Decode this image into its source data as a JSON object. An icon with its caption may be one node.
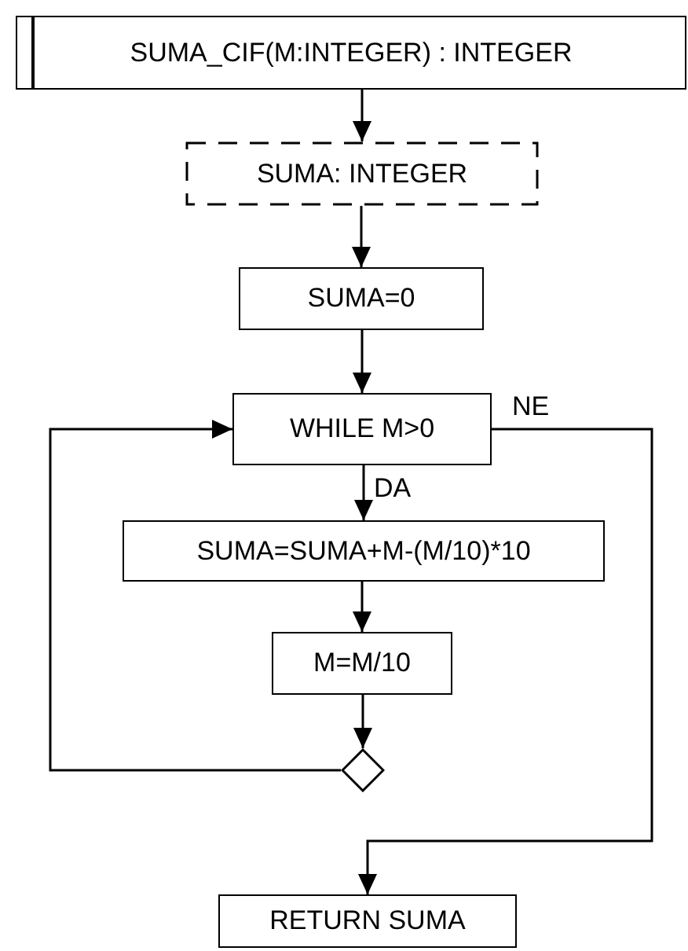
{
  "diagram": {
    "nodes": [
      {
        "text": [
          "SUMA_CIF(M:INTEGER) : INTEGER"
        ]
      },
      {
        "text": [
          "SUMA: INTEGER"
        ]
      },
      {
        "text": [
          "SUMA=0"
        ]
      },
      {
        "text": [
          "WHILE M>0"
        ]
      },
      {
        "text": [
          "SUMA=SUMA+M-(M/10)*10"
        ]
      },
      {
        "text": [
          "M=M/10"
        ]
      },
      {
        "text": [],
        "shape": "diamond"
      },
      {
        "text": [
          "RETURN SUMA"
        ]
      }
    ],
    "edges": [
      {
        "from": 0,
        "to": 1,
        "arrow": "to"
      },
      {
        "from": 1,
        "to": 2,
        "arrow": "to"
      },
      {
        "from": 2,
        "to": 3,
        "arrow": "to"
      },
      {
        "from": 3,
        "to": 4,
        "arrow": "to",
        "label": "DA"
      },
      {
        "from": 4,
        "to": 5,
        "arrow": "to"
      },
      {
        "from": 5,
        "to": 6,
        "arrow": "to"
      },
      {
        "from": 6,
        "to": 3,
        "arrow": "to"
      },
      {
        "from": 3,
        "to": 7,
        "arrow": "to",
        "label": "NE"
      }
    ]
  }
}
